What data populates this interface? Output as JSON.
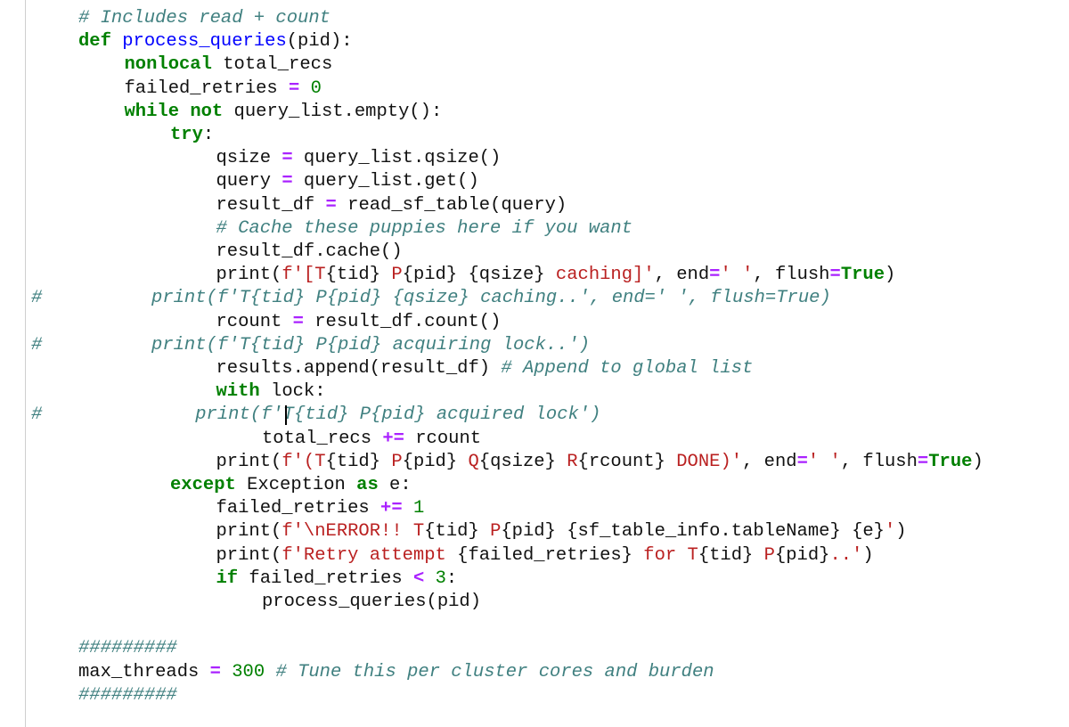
{
  "code_lines": [
    {
      "indent": 1,
      "tokens": [
        {
          "t": "# Includes read + count",
          "c": "cm"
        }
      ]
    },
    {
      "indent": 1,
      "tokens": [
        {
          "t": "def",
          "c": "kw"
        },
        {
          "t": " ",
          "c": "txt"
        },
        {
          "t": "process_queries",
          "c": "fn"
        },
        {
          "t": "(pid):",
          "c": "txt"
        }
      ]
    },
    {
      "indent": 2,
      "tokens": [
        {
          "t": "nonlocal",
          "c": "kw"
        },
        {
          "t": " total_recs",
          "c": "txt"
        }
      ]
    },
    {
      "indent": 2,
      "tokens": [
        {
          "t": "failed_retries ",
          "c": "txt"
        },
        {
          "t": "=",
          "c": "op"
        },
        {
          "t": " ",
          "c": "txt"
        },
        {
          "t": "0",
          "c": "num"
        }
      ]
    },
    {
      "indent": 2,
      "tokens": [
        {
          "t": "while",
          "c": "kw"
        },
        {
          "t": " ",
          "c": "txt"
        },
        {
          "t": "not",
          "c": "kw"
        },
        {
          "t": " query_list.empty():",
          "c": "txt"
        }
      ]
    },
    {
      "indent": 3,
      "tokens": [
        {
          "t": "try",
          "c": "kw"
        },
        {
          "t": ":",
          "c": "txt"
        }
      ]
    },
    {
      "indent": 4,
      "tokens": [
        {
          "t": "qsize ",
          "c": "txt"
        },
        {
          "t": "=",
          "c": "op"
        },
        {
          "t": " query_list.qsize()",
          "c": "txt"
        }
      ]
    },
    {
      "indent": 4,
      "tokens": [
        {
          "t": "query ",
          "c": "txt"
        },
        {
          "t": "=",
          "c": "op"
        },
        {
          "t": " query_list.get()",
          "c": "txt"
        }
      ]
    },
    {
      "indent": 4,
      "tokens": [
        {
          "t": "result_df ",
          "c": "txt"
        },
        {
          "t": "=",
          "c": "op"
        },
        {
          "t": " read_sf_table(query)",
          "c": "txt"
        }
      ]
    },
    {
      "indent": 4,
      "tokens": [
        {
          "t": "# Cache these puppies here if you want",
          "c": "cm"
        }
      ]
    },
    {
      "indent": 4,
      "tokens": [
        {
          "t": "result_df.cache()",
          "c": "txt"
        }
      ]
    },
    {
      "indent": 4,
      "tokens": [
        {
          "t": "print(",
          "c": "txt"
        },
        {
          "t": "f'[T",
          "c": "str"
        },
        {
          "t": "{tid}",
          "c": "txt"
        },
        {
          "t": " P",
          "c": "str"
        },
        {
          "t": "{pid}",
          "c": "txt"
        },
        {
          "t": " ",
          "c": "str"
        },
        {
          "t": "{qsize}",
          "c": "txt"
        },
        {
          "t": " caching]'",
          "c": "str"
        },
        {
          "t": ", end",
          "c": "txt"
        },
        {
          "t": "=",
          "c": "op"
        },
        {
          "t": "' '",
          "c": "str"
        },
        {
          "t": ", flush",
          "c": "txt"
        },
        {
          "t": "=",
          "c": "op"
        },
        {
          "t": "True",
          "c": "kw"
        },
        {
          "t": ")",
          "c": "txt"
        }
      ]
    },
    {
      "indent": 0,
      "hash": true,
      "pad": "          ",
      "tokens": [
        {
          "t": "print(f'T{tid} P{pid} {qsize} caching..', end=' ', flush=True)",
          "c": "cm"
        }
      ]
    },
    {
      "indent": 4,
      "tokens": [
        {
          "t": "rcount ",
          "c": "txt"
        },
        {
          "t": "=",
          "c": "op"
        },
        {
          "t": " result_df.count()",
          "c": "txt"
        }
      ]
    },
    {
      "indent": 0,
      "hash": true,
      "pad": "          ",
      "tokens": [
        {
          "t": "print(f'T{tid} P{pid} acquiring lock..')",
          "c": "cm"
        }
      ]
    },
    {
      "indent": 4,
      "tokens": [
        {
          "t": "results.append(result_df) ",
          "c": "txt"
        },
        {
          "t": "# Append to global list",
          "c": "cm"
        }
      ]
    },
    {
      "indent": 4,
      "tokens": [
        {
          "t": "with",
          "c": "kw"
        },
        {
          "t": " lock:",
          "c": "txt"
        }
      ]
    },
    {
      "indent": 0,
      "hash": true,
      "pad": "              ",
      "tokens": [
        {
          "t": "print(f'T{tid} P{pid} acquired lock')",
          "c": "cm"
        }
      ]
    },
    {
      "indent": 5,
      "tokens": [
        {
          "t": "total_recs ",
          "c": "txt"
        },
        {
          "t": "+=",
          "c": "op"
        },
        {
          "t": " rcount",
          "c": "txt"
        }
      ]
    },
    {
      "indent": 4,
      "tokens": [
        {
          "t": "print(",
          "c": "txt"
        },
        {
          "t": "f'(T",
          "c": "str"
        },
        {
          "t": "{tid}",
          "c": "txt"
        },
        {
          "t": " P",
          "c": "str"
        },
        {
          "t": "{pid}",
          "c": "txt"
        },
        {
          "t": " Q",
          "c": "str"
        },
        {
          "t": "{qsize}",
          "c": "txt"
        },
        {
          "t": " R",
          "c": "str"
        },
        {
          "t": "{rcount}",
          "c": "txt"
        },
        {
          "t": " DONE)'",
          "c": "str"
        },
        {
          "t": ", end",
          "c": "txt"
        },
        {
          "t": "=",
          "c": "op"
        },
        {
          "t": "' '",
          "c": "str"
        },
        {
          "t": ", flush",
          "c": "txt"
        },
        {
          "t": "=",
          "c": "op"
        },
        {
          "t": "True",
          "c": "kw"
        },
        {
          "t": ")",
          "c": "txt"
        }
      ]
    },
    {
      "indent": 3,
      "tokens": [
        {
          "t": "except",
          "c": "kw"
        },
        {
          "t": " Exception ",
          "c": "txt"
        },
        {
          "t": "as",
          "c": "kw"
        },
        {
          "t": " e:",
          "c": "txt"
        }
      ]
    },
    {
      "indent": 4,
      "tokens": [
        {
          "t": "failed_retries ",
          "c": "txt"
        },
        {
          "t": "+=",
          "c": "op"
        },
        {
          "t": " ",
          "c": "txt"
        },
        {
          "t": "1",
          "c": "num"
        }
      ]
    },
    {
      "indent": 4,
      "tokens": [
        {
          "t": "print(",
          "c": "txt"
        },
        {
          "t": "f'\\nERROR!! T",
          "c": "str"
        },
        {
          "t": "{tid}",
          "c": "txt"
        },
        {
          "t": " P",
          "c": "str"
        },
        {
          "t": "{pid}",
          "c": "txt"
        },
        {
          "t": " ",
          "c": "str"
        },
        {
          "t": "{sf_table_info.tableName}",
          "c": "txt"
        },
        {
          "t": " ",
          "c": "str"
        },
        {
          "t": "{e}",
          "c": "txt"
        },
        {
          "t": "'",
          "c": "str"
        },
        {
          "t": ")",
          "c": "txt"
        }
      ]
    },
    {
      "indent": 4,
      "tokens": [
        {
          "t": "print(",
          "c": "txt"
        },
        {
          "t": "f'Retry attempt ",
          "c": "str"
        },
        {
          "t": "{failed_retries}",
          "c": "txt"
        },
        {
          "t": " for T",
          "c": "str"
        },
        {
          "t": "{tid}",
          "c": "txt"
        },
        {
          "t": " P",
          "c": "str"
        },
        {
          "t": "{pid}",
          "c": "txt"
        },
        {
          "t": "..'",
          "c": "str"
        },
        {
          "t": ")",
          "c": "txt"
        }
      ]
    },
    {
      "indent": 4,
      "tokens": [
        {
          "t": "if",
          "c": "kw"
        },
        {
          "t": " failed_retries ",
          "c": "txt"
        },
        {
          "t": "<",
          "c": "op"
        },
        {
          "t": " ",
          "c": "txt"
        },
        {
          "t": "3",
          "c": "num"
        },
        {
          "t": ":",
          "c": "txt"
        }
      ]
    },
    {
      "indent": 5,
      "tokens": [
        {
          "t": "process_queries(pid)",
          "c": "txt"
        }
      ]
    },
    {
      "indent": 0,
      "blank": true,
      "tokens": []
    },
    {
      "indent": 1,
      "tokens": [
        {
          "t": "#########",
          "c": "cm"
        }
      ]
    },
    {
      "indent": 1,
      "tokens": [
        {
          "t": "max_threads ",
          "c": "txt"
        },
        {
          "t": "=",
          "c": "op"
        },
        {
          "t": " ",
          "c": "txt"
        },
        {
          "t": "300",
          "c": "num"
        },
        {
          "t": " ",
          "c": "txt"
        },
        {
          "t": "# Tune this per cluster cores and burden",
          "c": "cm"
        }
      ]
    },
    {
      "indent": 1,
      "tokens": [
        {
          "t": "#########",
          "c": "cm"
        }
      ]
    }
  ],
  "colors": {
    "keyword": "#008000",
    "function": "#0000ff",
    "operator": "#aa22ff",
    "number": "#008000",
    "string": "#ba2121",
    "comment": "#408080",
    "text": "#111111"
  }
}
